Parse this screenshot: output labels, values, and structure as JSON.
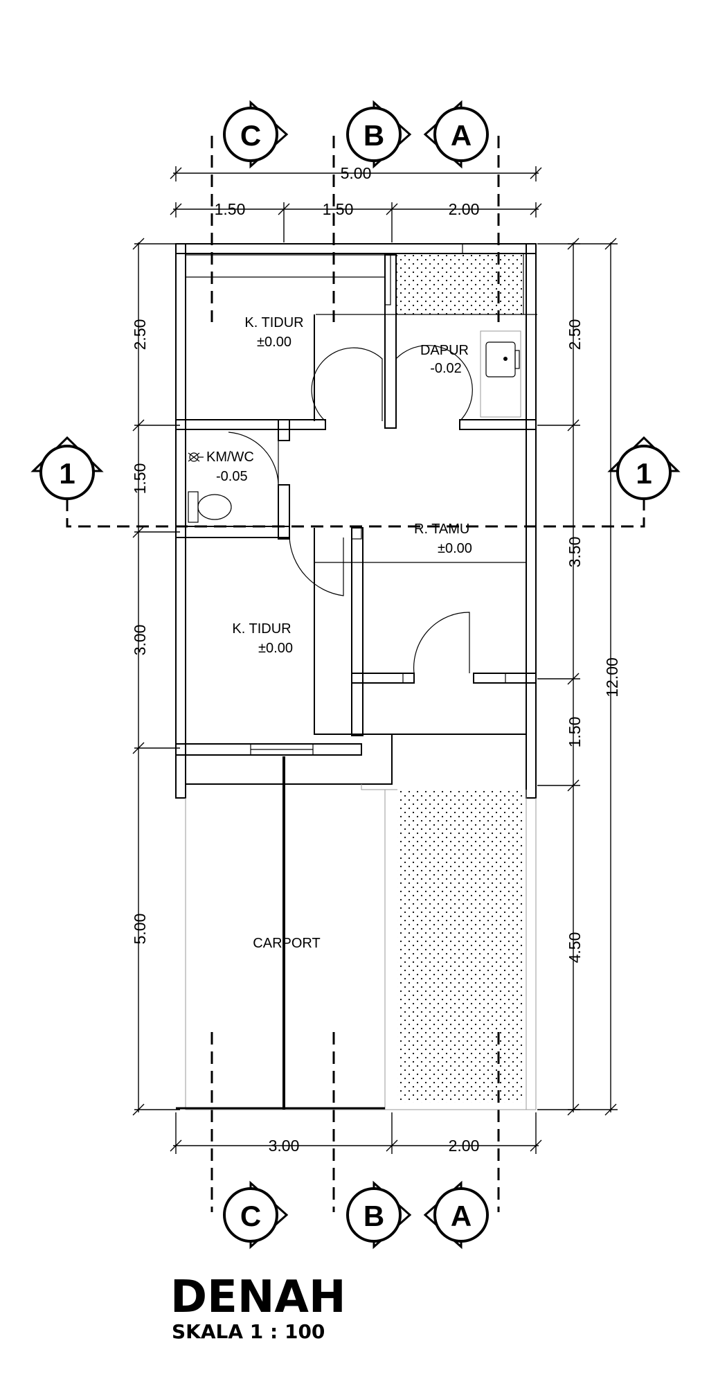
{
  "rooms": {
    "bedroom_top": {
      "name": "K. TIDUR",
      "level": "±0.00"
    },
    "kitchen": {
      "name": "DAPUR",
      "level": "-0.02"
    },
    "bathroom": {
      "name": "KM/WC",
      "level": "-0.05"
    },
    "living": {
      "name": "R. TAMU",
      "level": "±0.00"
    },
    "bedroom_bottom": {
      "name": "K. TIDUR",
      "level": "±0.00"
    },
    "carport": {
      "name": "CARPORT"
    }
  },
  "section_markers": {
    "c": "C",
    "b": "B",
    "a": "A",
    "one": "1"
  },
  "dimensions": {
    "top_total": "5.00",
    "top_segments": [
      "1.50",
      "1.50",
      "2.00"
    ],
    "left_segments": [
      "2.50",
      "1.50",
      "3.00",
      "5.00"
    ],
    "right_segments": [
      "2.50",
      "3.50",
      "1.50",
      "4.50"
    ],
    "right_total": "12.00",
    "bottom_segments": [
      "3.00",
      "2.00"
    ]
  },
  "title": {
    "main": "DENAH",
    "scale": "SKALA 1 : 100"
  }
}
